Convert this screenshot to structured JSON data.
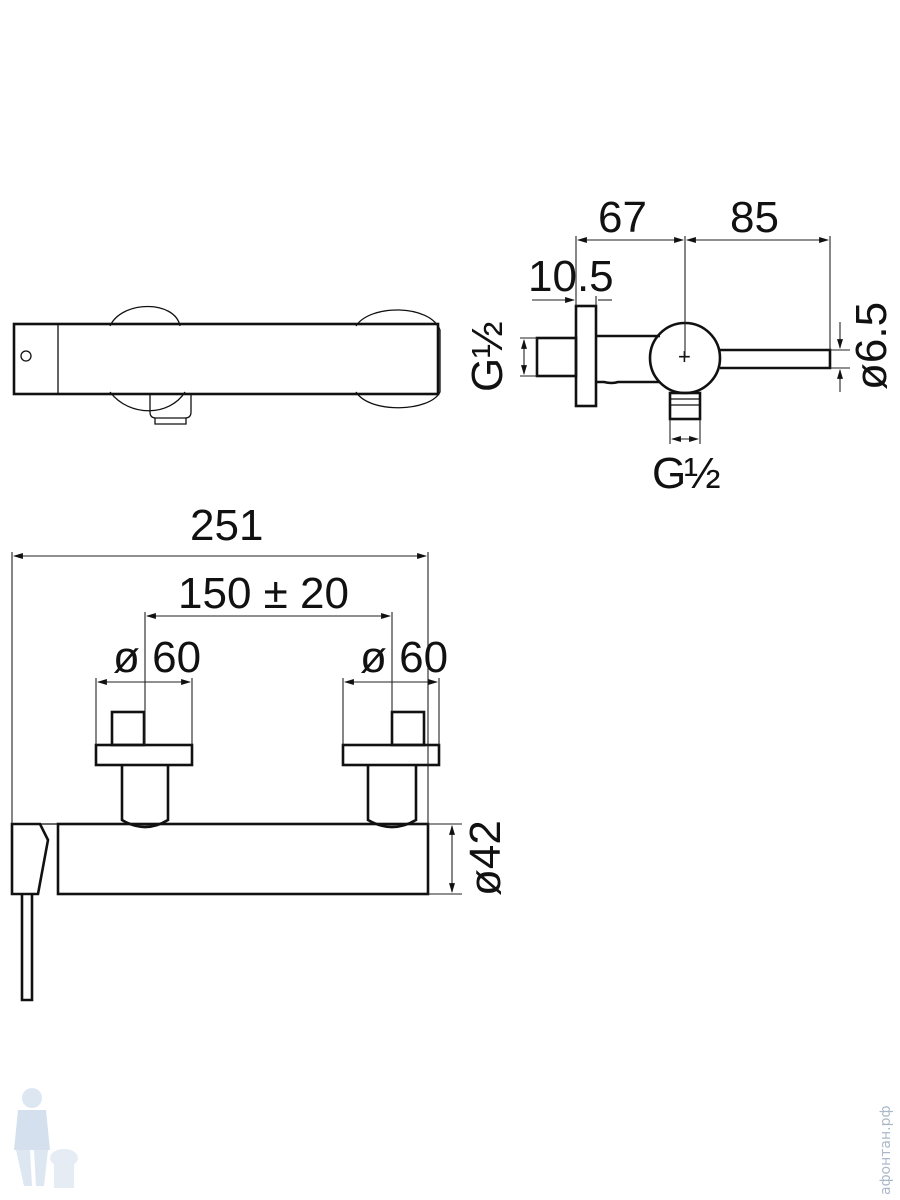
{
  "dimensions": {
    "side_depth": "67",
    "side_reach": "85",
    "side_flange": "10.5",
    "side_thread_left": "G",
    "side_thread_bottom": "G",
    "side_thread_fraction": "½",
    "side_spout_dia": "ø6.5",
    "front_total_length": "251",
    "front_centres": "150 ± 20",
    "front_eccentric_left": "ø 60",
    "front_eccentric_right": "ø 60",
    "front_body_dia": "ø42"
  },
  "watermark": {
    "site": "афонтан.рф"
  },
  "colors": {
    "line": "#111111",
    "watermark": "#aab8c8"
  }
}
